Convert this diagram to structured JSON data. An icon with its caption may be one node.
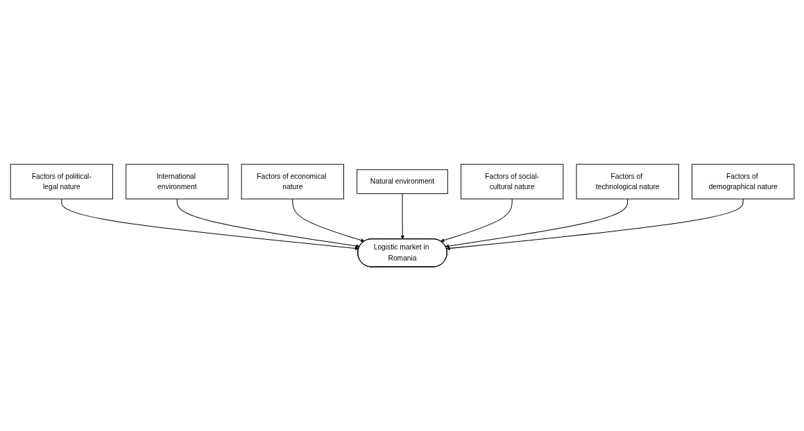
{
  "diagram": {
    "nodes": [
      {
        "text": [
          "Factors of political-legal nature"
        ]
      },
      {
        "text": [
          "International environment"
        ]
      },
      {
        "text": [
          "Factors of economical nature"
        ]
      },
      {
        "text": [
          "Logistic market in Romania"
        ]
      },
      {
        "text": [
          "Natural environment"
        ]
      },
      {
        "text": [
          "Factors of social-cultural nature"
        ]
      },
      {
        "text": [
          "Factors of technological nature"
        ]
      },
      {
        "text": [
          "Factors of demographical nature"
        ]
      }
    ],
    "edges": [
      {
        "from": 0,
        "to": 3,
        "arrow": "to"
      },
      {
        "from": 1,
        "to": 3,
        "arrow": "to"
      },
      {
        "from": 2,
        "to": 3,
        "arrow": "to"
      },
      {
        "from": 4,
        "to": 3,
        "arrow": "to"
      },
      {
        "from": 5,
        "to": 3,
        "arrow": "to"
      },
      {
        "from": 6,
        "to": 3,
        "arrow": "to"
      },
      {
        "from": 7,
        "to": 3,
        "arrow": "to"
      }
    ]
  }
}
